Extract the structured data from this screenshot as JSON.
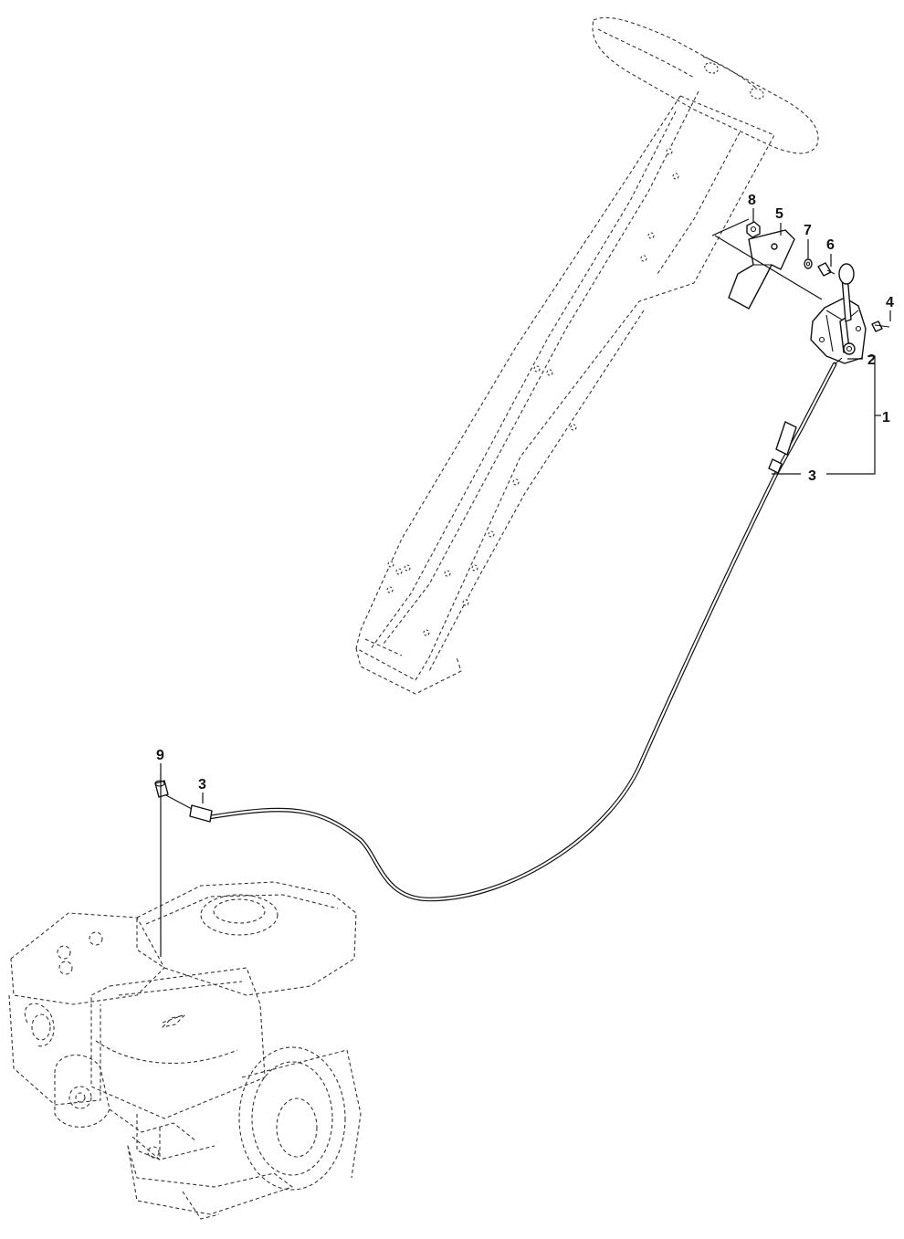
{
  "callouts": {
    "c1": "1",
    "c2": "2",
    "c3_upper": "3",
    "c3_lower": "3",
    "c4": "4",
    "c5": "5",
    "c6": "6",
    "c7": "7",
    "c8": "8",
    "c9": "9"
  }
}
